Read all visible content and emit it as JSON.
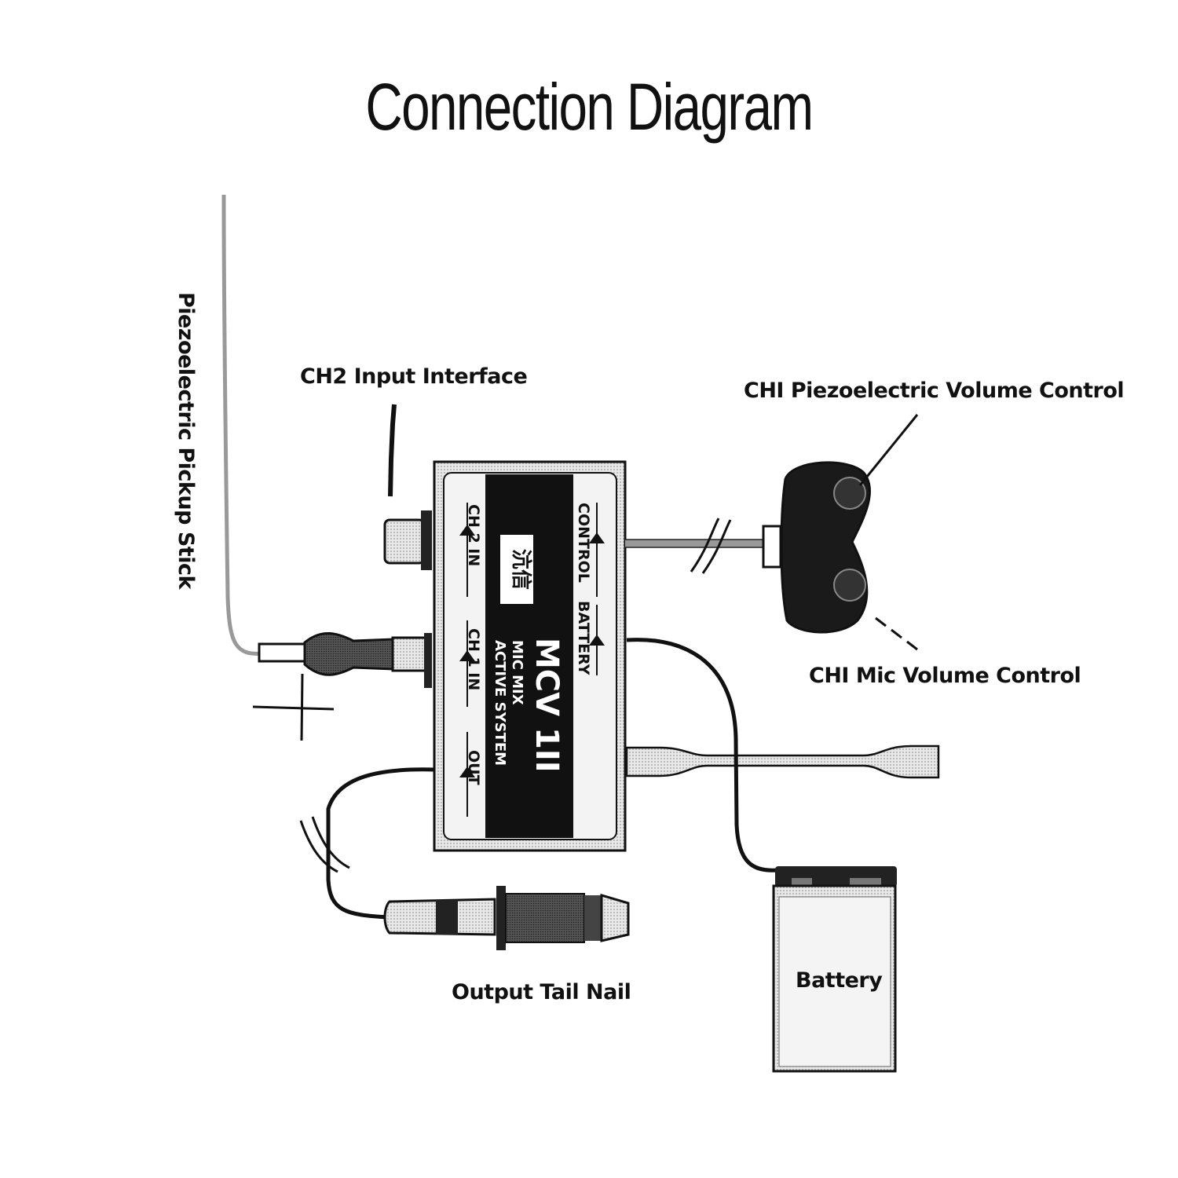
{
  "title": "Connection Diagram",
  "labels": {
    "pickup_stick": "Piezoelectric Pickup Stick",
    "ch2_input": "CH2 Input Interface",
    "ch1_piezo_volume": "CHI Piezoelectric Volume Control",
    "ch1_mic_volume": "CHI Mic Volume Control",
    "output_tail_nail": "Output Tail Nail",
    "battery": "Battery"
  },
  "module": {
    "model": "MCV 1II",
    "line1": "MIC MIX",
    "line2": "ACTIVE SYSTEM",
    "port_ch2": "CH 2 IN",
    "port_ch1": "CH 1 IN",
    "port_out": "OUT",
    "port_control": "CONTROL",
    "port_battery": "BATTERY"
  }
}
